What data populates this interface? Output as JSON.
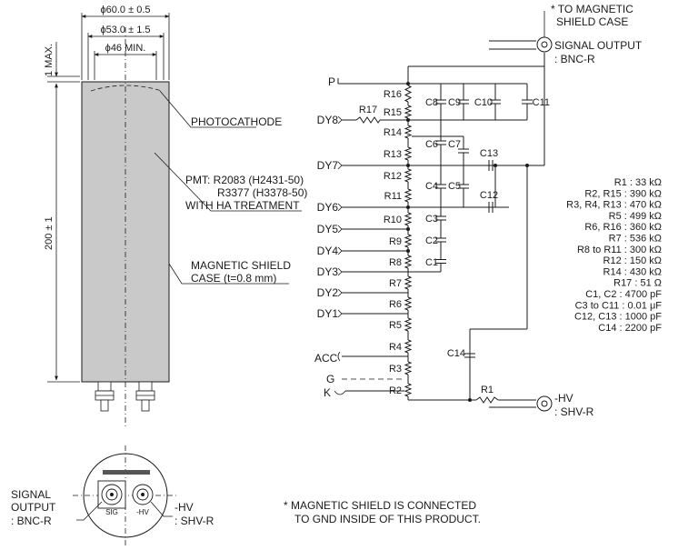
{
  "dimensions": {
    "outer_dia": "ϕ60.0 ± 0.5",
    "inner_dia": "ϕ53.0 ± 1.5",
    "min_dia": "ϕ46 MIN.",
    "top_gap": "1 MAX.",
    "length": "200 ± 1"
  },
  "callouts": {
    "photocathode": "PHOTOCATHODE",
    "pmt_line1": "PMT: R2083 (H2431-50)",
    "pmt_line2": "R3377 (H3378-50)",
    "pmt_line3": "WITH HA TREATMENT",
    "shield_line1": "MAGNETIC SHIELD",
    "shield_line2": "CASE (t=0.8 mm)"
  },
  "bottom_view": {
    "signal_line1": "SIGNAL",
    "signal_line2": "OUTPUT",
    "signal_line3": ": BNC-R",
    "sig": "SIG",
    "hv_small": "-HV",
    "hv_line1": "-HV",
    "hv_line2": ": SHV-R"
  },
  "note": {
    "line1": "* MAGNETIC SHIELD IS CONNECTED",
    "line2": "TO GND INSIDE OF THIS PRODUCT."
  },
  "circuit": {
    "to_shield_line1": "* TO MAGNETIC",
    "to_shield_line2": "SHIELD CASE",
    "signal_line1": "SIGNAL OUTPUT",
    "signal_line2": ": BNC-R",
    "hv_line1": "-HV",
    "hv_line2": ": SHV-R",
    "p": "P",
    "acc": "ACC",
    "g": "G",
    "k": "K",
    "dynodes": [
      "DY8",
      "DY7",
      "DY6",
      "DY5",
      "DY4",
      "DY3",
      "DY2",
      "DY1"
    ],
    "resistors": [
      "R16",
      "R15",
      "R14",
      "R13",
      "R12",
      "R11",
      "R10",
      "R9",
      "R8",
      "R7",
      "R6",
      "R5",
      "R4",
      "R3",
      "R2",
      "R17",
      "R1"
    ],
    "capacitors": [
      "C8",
      "C9",
      "C10",
      "C11",
      "C6",
      "C7",
      "C13",
      "C4",
      "C5",
      "C12",
      "C3",
      "C2",
      "C1",
      "C14"
    ]
  },
  "component_values": [
    "R1 : 33 kΩ",
    "R2, R15 : 390 kΩ",
    "R3, R4, R13 : 470 kΩ",
    "R5 : 499 kΩ",
    "R6, R16 : 360 kΩ",
    "R7 : 536 kΩ",
    "R8 to R11 : 300 kΩ",
    "R12 : 150 kΩ",
    "R14 : 430 kΩ",
    "R17 : 51 Ω",
    "C1, C2 : 4700 pF",
    "C3 to C11 : 0.01 μF",
    "C12, C13 : 1000 pF",
    "C14 : 2200 pF"
  ]
}
